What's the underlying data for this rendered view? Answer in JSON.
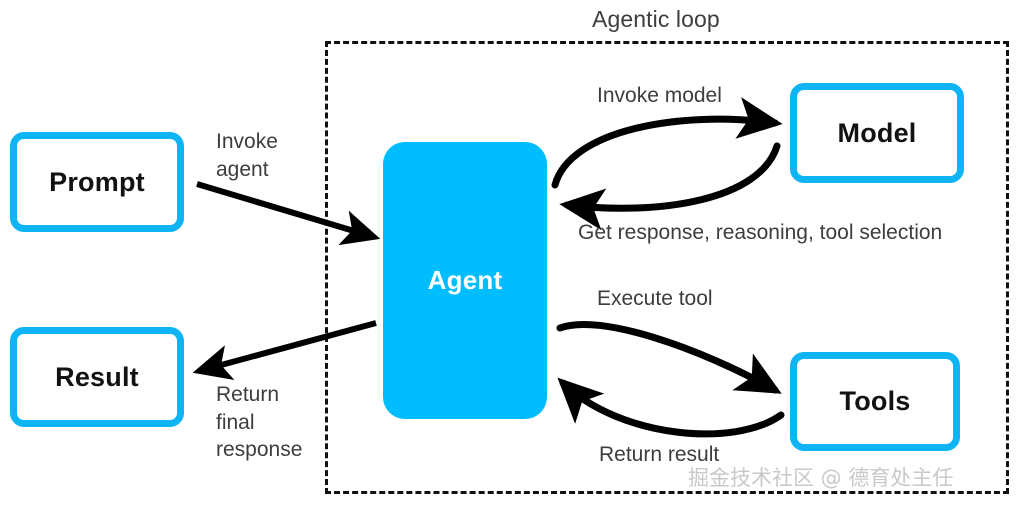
{
  "diagram": {
    "title": "Agentic loop",
    "watermark": "掘金技术社区 @ 德育处主任",
    "colors": {
      "accent_cyan": "#0fb4f5",
      "agent_fill": "#00bdff",
      "arrow_black": "#000000",
      "label_gray": "#3d3d3d",
      "watermark_gray": "#c9c9c9",
      "container_dash": "#111111"
    },
    "nodes": [
      {
        "id": "prompt",
        "label": "Prompt",
        "style": "outlined-cyan"
      },
      {
        "id": "result",
        "label": "Result",
        "style": "outlined-cyan"
      },
      {
        "id": "agent",
        "label": "Agent",
        "style": "filled-cyan"
      },
      {
        "id": "model",
        "label": "Model",
        "style": "outlined-cyan"
      },
      {
        "id": "tools",
        "label": "Tools",
        "style": "outlined-cyan"
      }
    ],
    "edges": [
      {
        "id": "invoke-agent",
        "label": "Invoke\nagent",
        "from": "prompt",
        "to": "agent",
        "shape": "straight"
      },
      {
        "id": "return-final",
        "label": "Return\nfinal\nresponse",
        "from": "agent",
        "to": "result",
        "shape": "straight"
      },
      {
        "id": "invoke-model",
        "label": "Invoke model",
        "from": "agent",
        "to": "model",
        "shape": "curved"
      },
      {
        "id": "get-response",
        "label": "Get response, reasoning, tool selection",
        "from": "model",
        "to": "agent",
        "shape": "curved"
      },
      {
        "id": "execute-tool",
        "label": "Execute tool",
        "from": "agent",
        "to": "tools",
        "shape": "curved"
      },
      {
        "id": "return-result",
        "label": "Return result",
        "from": "tools",
        "to": "agent",
        "shape": "curved"
      }
    ]
  }
}
